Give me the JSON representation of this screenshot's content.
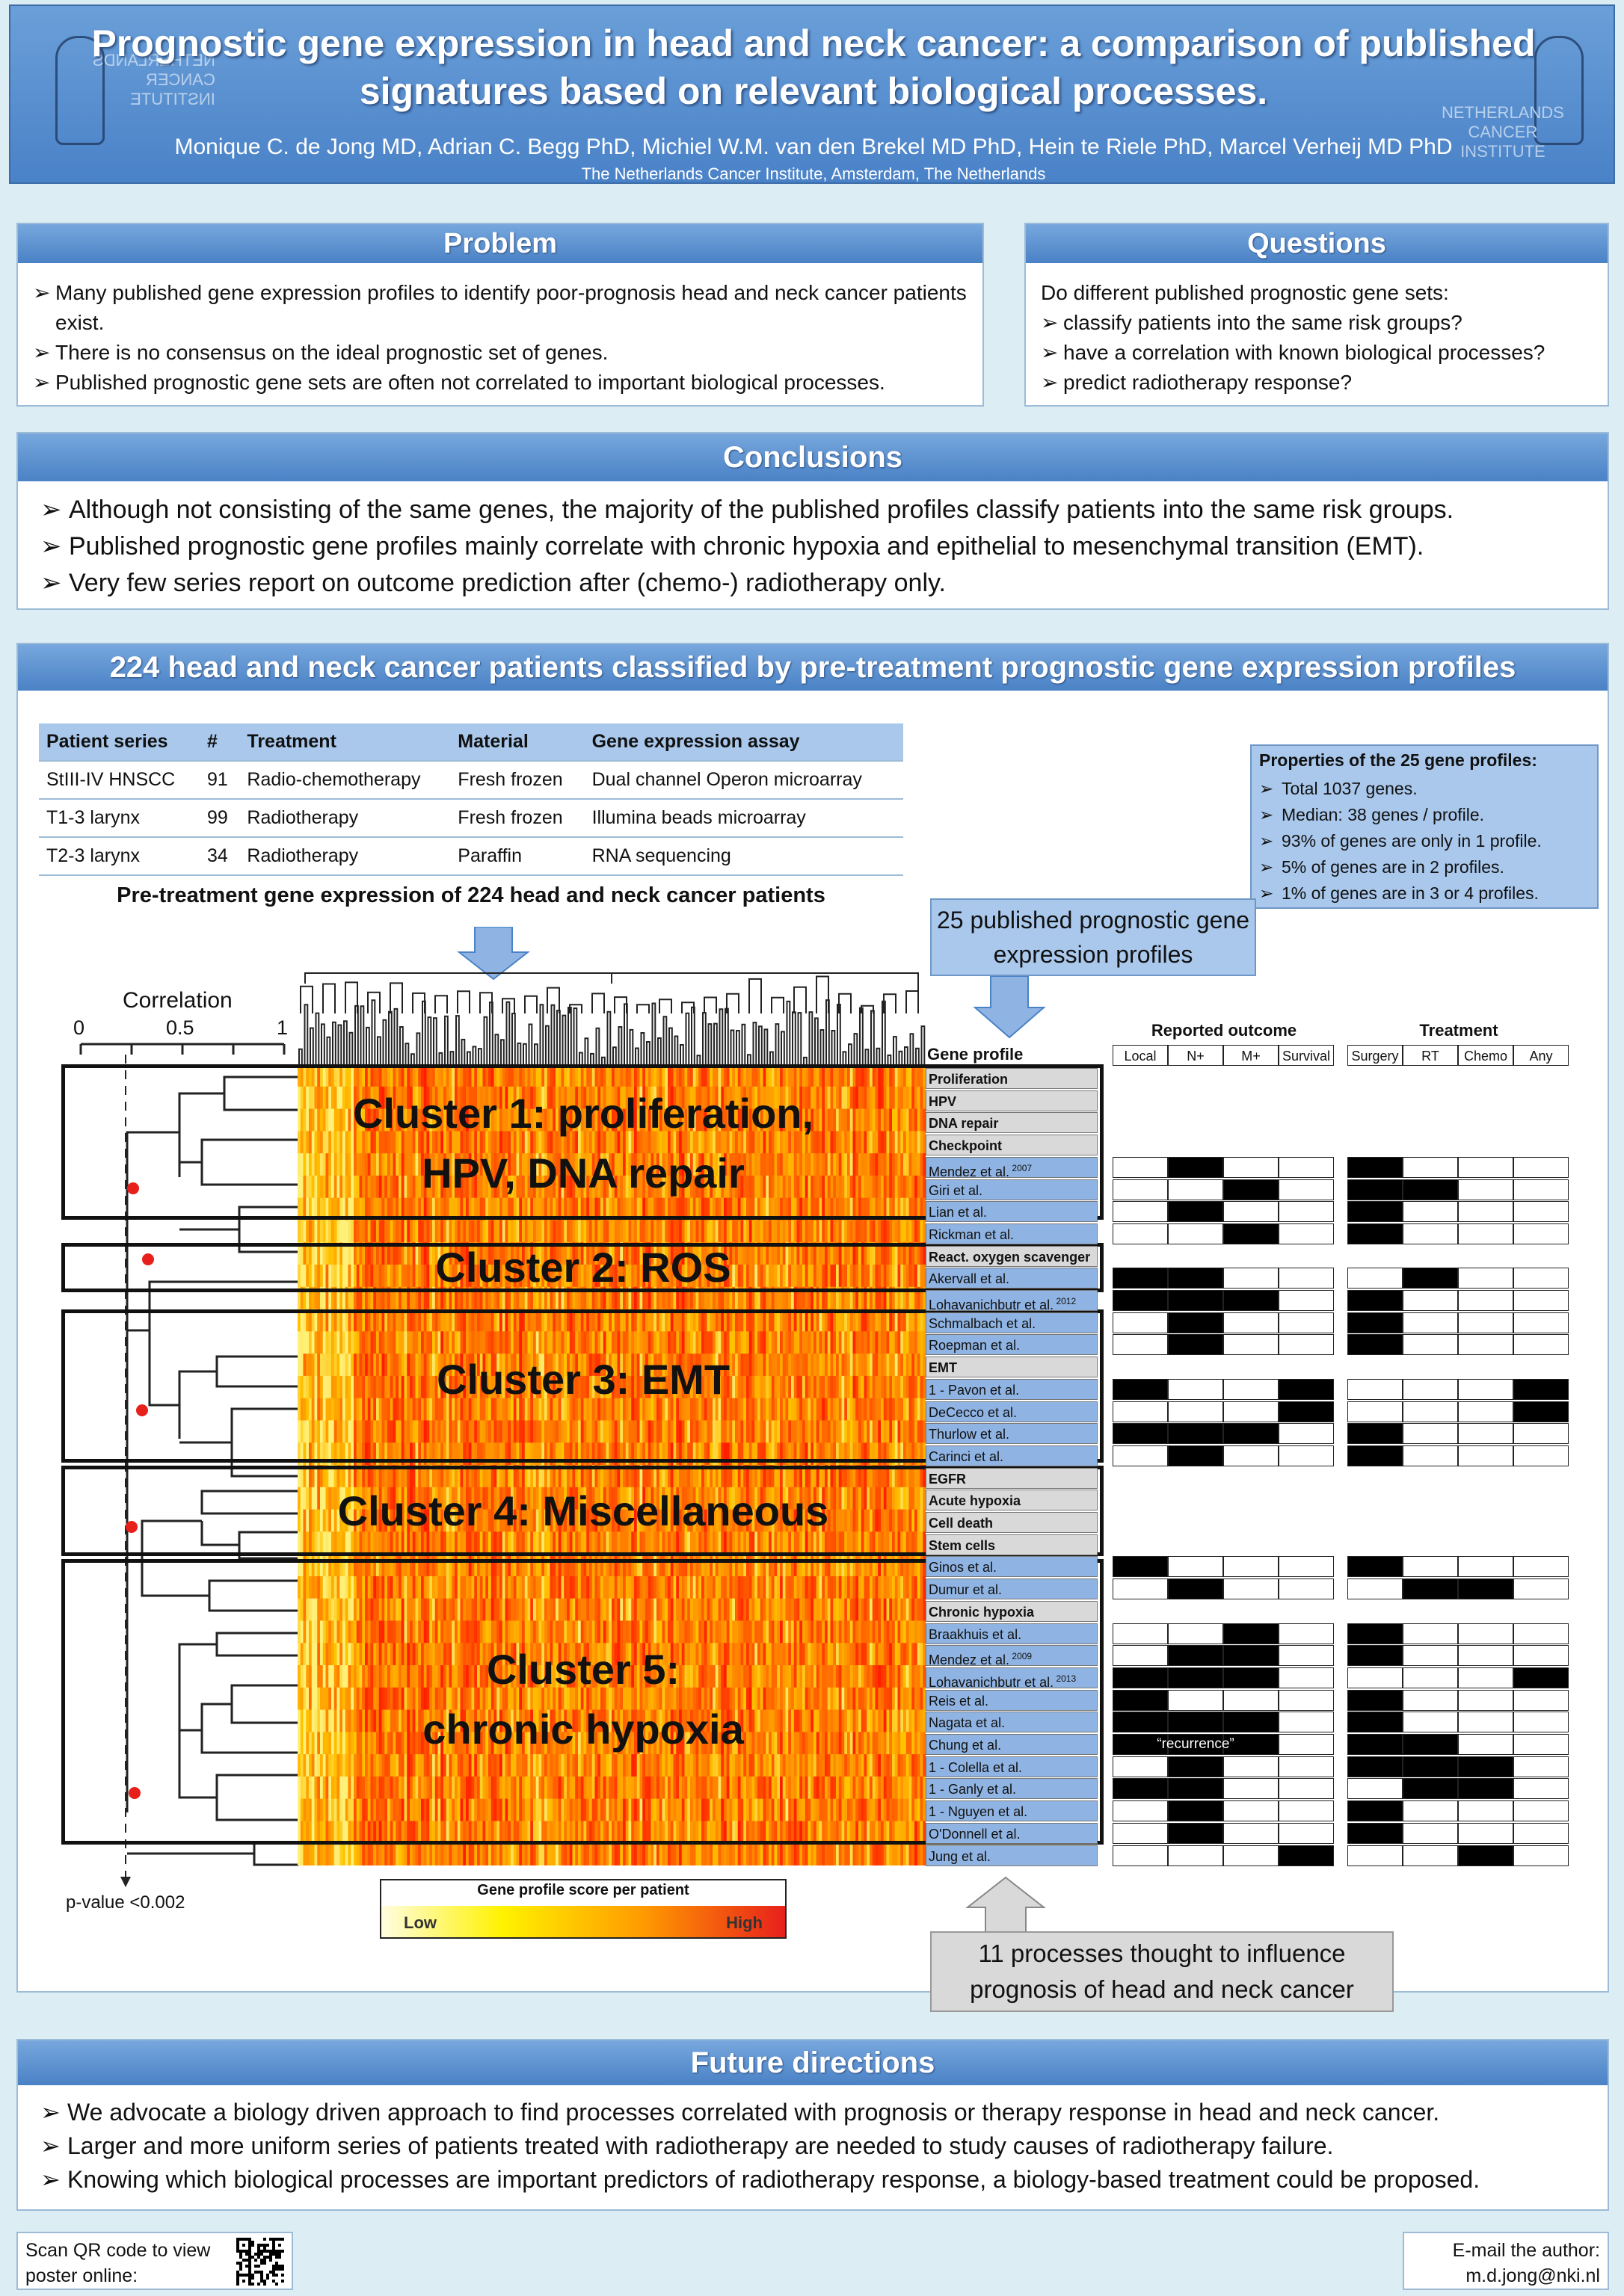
{
  "header": {
    "title_line1": "Prognostic gene expression in head and neck cancer: a comparison of published",
    "title_line2": "signatures based on relevant biological processes.",
    "authors": "Monique C. de Jong MD, Adrian C. Begg PhD, Michiel W.M. van den Brekel MD PhD, Hein te Riele PhD, Marcel Verheij MD PhD",
    "affiliation": "The Netherlands Cancer Institute, Amsterdam, The Netherlands",
    "logo_text": [
      "NETHERLANDS",
      "CANCER",
      "INSTITUTE"
    ]
  },
  "problem": {
    "heading": "Problem",
    "items": [
      "Many published gene expression profiles to identify poor-prognosis head and neck cancer patients exist.",
      "There is no consensus on the ideal prognostic set of genes.",
      "Published prognostic gene sets are often not correlated to important biological processes."
    ]
  },
  "questions": {
    "heading": "Questions",
    "intro": "Do different published prognostic gene sets:",
    "items": [
      "classify patients into the same risk groups?",
      "have a correlation with known biological processes?",
      "predict radiotherapy response?"
    ]
  },
  "conclusions": {
    "heading": "Conclusions",
    "items": [
      "Although not consisting of the same genes, the majority of the published profiles classify patients into the same risk groups.",
      "Published prognostic gene profiles mainly correlate with chronic hypoxia and epithelial to mesenchymal transition (EMT).",
      "Very few series report on outcome prediction after (chemo-) radiotherapy only."
    ]
  },
  "results": {
    "heading": "224 head and neck cancer patients classified by pre-treatment prognostic gene expression profiles",
    "table": {
      "headers": [
        "Patient series",
        "#",
        "Treatment",
        "Material",
        "Gene expression assay"
      ],
      "rows": [
        [
          "StIII-IV HNSCC",
          "91",
          "Radio-chemotherapy",
          "Fresh frozen",
          "Dual channel Operon microarray"
        ],
        [
          "T1-3 larynx",
          "99",
          "Radiotherapy",
          "Fresh frozen",
          "Illumina beads microarray"
        ],
        [
          "T2-3 larynx",
          "34",
          "Radiotherapy",
          "Paraffin",
          "RNA sequencing"
        ]
      ],
      "caption": "Pre-treatment gene expression of 224 head and neck cancer patients"
    },
    "properties": {
      "title": "Properties of the 25 gene profiles:",
      "items": [
        "Total 1037 genes.",
        "Median: 38 genes / profile.",
        "93% of genes are only in 1 profile.",
        "5% of genes are in 2 profiles.",
        "1% of genes are in 3  or 4 profiles."
      ]
    },
    "published_box": "25 published prognostic gene expression profiles",
    "processes_box": "11 processes thought to influence prognosis of head and neck cancer",
    "correlation_label": "Correlation",
    "correlation_ticks": [
      "0",
      "0.5",
      "1"
    ],
    "pvalue": "p-value <0.002",
    "gene_profile_header": "Gene profile",
    "reported_outcome": "Reported outcome",
    "treatment": "Treatment",
    "outcome_cols": [
      "Local",
      "N+",
      "M+",
      "Survival"
    ],
    "treatment_cols": [
      "Surgery",
      "RT",
      "Chemo",
      "Any"
    ],
    "recurrence": "“recurrence”",
    "legend": {
      "title": "Gene profile score per patient",
      "low": "Low",
      "high": "High"
    },
    "clusters": [
      {
        "line1": "Cluster 1: proliferation,",
        "line2": "HPV, DNA repair"
      },
      {
        "line1": "Cluster 2: ROS",
        "line2": ""
      },
      {
        "line1": "Cluster 3: EMT",
        "line2": ""
      },
      {
        "line1": "Cluster 4: Miscellaneous",
        "line2": ""
      },
      {
        "line1": "Cluster 5:",
        "line2": "chronic hypoxia"
      }
    ],
    "profiles": [
      {
        "label": "Proliferation",
        "sup": "",
        "kind": "grp",
        "grid": null
      },
      {
        "label": "HPV",
        "sup": "",
        "kind": "grp",
        "grid": null
      },
      {
        "label": "DNA repair",
        "sup": "",
        "kind": "grp",
        "grid": null
      },
      {
        "label": "Checkpoint",
        "sup": "",
        "kind": "grp",
        "grid": null
      },
      {
        "label": "Mendez et al.",
        "sup": "2007",
        "kind": "pub",
        "grid": [
          0,
          1,
          0,
          0,
          1,
          0,
          0,
          0
        ]
      },
      {
        "label": "Giri et al.",
        "sup": "",
        "kind": "pub",
        "grid": [
          0,
          0,
          1,
          0,
          1,
          1,
          0,
          0
        ]
      },
      {
        "label": "Lian et al.",
        "sup": "",
        "kind": "pub",
        "grid": [
          0,
          1,
          0,
          0,
          1,
          0,
          0,
          0
        ]
      },
      {
        "label": "Rickman et al.",
        "sup": "",
        "kind": "pub",
        "grid": [
          0,
          0,
          1,
          0,
          1,
          0,
          0,
          0
        ]
      },
      {
        "label": "React. oxygen scavenger",
        "sup": "",
        "kind": "grp",
        "grid": null
      },
      {
        "label": "Akervall et al.",
        "sup": "",
        "kind": "pub",
        "grid": [
          1,
          1,
          0,
          0,
          0,
          1,
          0,
          0
        ]
      },
      {
        "label": "Lohavanichbutr et al.",
        "sup": "2012",
        "kind": "pub",
        "grid": [
          1,
          1,
          1,
          0,
          1,
          0,
          0,
          0
        ]
      },
      {
        "label": "Schmalbach et al.",
        "sup": "",
        "kind": "pub",
        "grid": [
          0,
          1,
          0,
          0,
          1,
          0,
          0,
          0
        ]
      },
      {
        "label": "Roepman et al.",
        "sup": "",
        "kind": "pub",
        "grid": [
          0,
          1,
          0,
          0,
          1,
          0,
          0,
          0
        ]
      },
      {
        "label": "EMT",
        "sup": "",
        "kind": "grp",
        "grid": null
      },
      {
        "label": "1 - Pavon et al.",
        "sup": "",
        "kind": "pub",
        "grid": [
          1,
          0,
          0,
          1,
          0,
          0,
          0,
          1
        ]
      },
      {
        "label": "DeCecco et al.",
        "sup": "",
        "kind": "pub",
        "grid": [
          0,
          0,
          0,
          1,
          0,
          0,
          0,
          1
        ]
      },
      {
        "label": "Thurlow et al.",
        "sup": "",
        "kind": "pub",
        "grid": [
          1,
          1,
          1,
          0,
          1,
          0,
          0,
          0
        ]
      },
      {
        "label": "Carinci et al.",
        "sup": "",
        "kind": "pub",
        "grid": [
          0,
          1,
          0,
          0,
          1,
          0,
          0,
          0
        ]
      },
      {
        "label": "EGFR",
        "sup": "",
        "kind": "grp",
        "grid": null
      },
      {
        "label": "Acute hypoxia",
        "sup": "",
        "kind": "grp",
        "grid": null
      },
      {
        "label": "Cell death",
        "sup": "",
        "kind": "grp",
        "grid": null
      },
      {
        "label": "Stem cells",
        "sup": "",
        "kind": "grp",
        "grid": null
      },
      {
        "label": "Ginos et al.",
        "sup": "",
        "kind": "pub",
        "grid": [
          1,
          0,
          0,
          0,
          1,
          0,
          0,
          0
        ]
      },
      {
        "label": "Dumur et al.",
        "sup": "",
        "kind": "pub",
        "grid": [
          0,
          1,
          0,
          0,
          0,
          1,
          1,
          0
        ]
      },
      {
        "label": "Chronic hypoxia",
        "sup": "",
        "kind": "grp",
        "grid": null
      },
      {
        "label": "Braakhuis et al.",
        "sup": "",
        "kind": "pub",
        "grid": [
          0,
          0,
          1,
          0,
          1,
          0,
          0,
          0
        ]
      },
      {
        "label": "Mendez et al.",
        "sup": "2009",
        "kind": "pub",
        "grid": [
          0,
          1,
          1,
          0,
          1,
          0,
          0,
          0
        ]
      },
      {
        "label": "Lohavanichbutr et al.",
        "sup": "2013",
        "kind": "pub",
        "grid": [
          1,
          1,
          1,
          0,
          0,
          0,
          0,
          1
        ]
      },
      {
        "label": "Reis et al.",
        "sup": "",
        "kind": "pub",
        "grid": [
          1,
          0,
          0,
          0,
          1,
          0,
          0,
          0
        ]
      },
      {
        "label": "Nagata et al.",
        "sup": "",
        "kind": "pub",
        "grid": [
          1,
          1,
          1,
          0,
          1,
          0,
          0,
          0
        ]
      },
      {
        "label": "Chung et al.",
        "sup": "",
        "kind": "pub",
        "grid": [
          1,
          1,
          1,
          0,
          1,
          1,
          0,
          0
        ]
      },
      {
        "label": "1 - Colella et al.",
        "sup": "",
        "kind": "pub",
        "grid": [
          0,
          1,
          0,
          0,
          1,
          1,
          1,
          0
        ]
      },
      {
        "label": "1 - Ganly et al.",
        "sup": "",
        "kind": "pub",
        "grid": [
          1,
          1,
          0,
          0,
          0,
          1,
          1,
          0
        ]
      },
      {
        "label": "1 - Nguyen et  al.",
        "sup": "",
        "kind": "pub",
        "grid": [
          0,
          1,
          0,
          0,
          1,
          0,
          0,
          0
        ]
      },
      {
        "label": "O'Donnell et al.",
        "sup": "",
        "kind": "pub",
        "grid": [
          0,
          1,
          0,
          0,
          1,
          0,
          0,
          0
        ]
      },
      {
        "label": "Jung et al.",
        "sup": "",
        "kind": "pub",
        "grid": [
          0,
          0,
          0,
          1,
          0,
          0,
          1,
          0
        ]
      }
    ]
  },
  "future": {
    "heading": "Future directions",
    "items": [
      "We advocate a biology driven approach to find processes correlated with prognosis or therapy response in head and neck cancer.",
      "Larger and more uniform series of patients treated with radiotherapy are needed to study causes of radiotherapy  failure.",
      "Knowing which biological processes are important predictors of radiotherapy response, a biology-based treatment could be proposed."
    ]
  },
  "footer": {
    "qr_text_line1": "Scan QR code to view",
    "qr_text_line2": "poster online:",
    "email_line1": "E-mail the author:",
    "email_line2": "m.d.jong@nki.nl"
  }
}
